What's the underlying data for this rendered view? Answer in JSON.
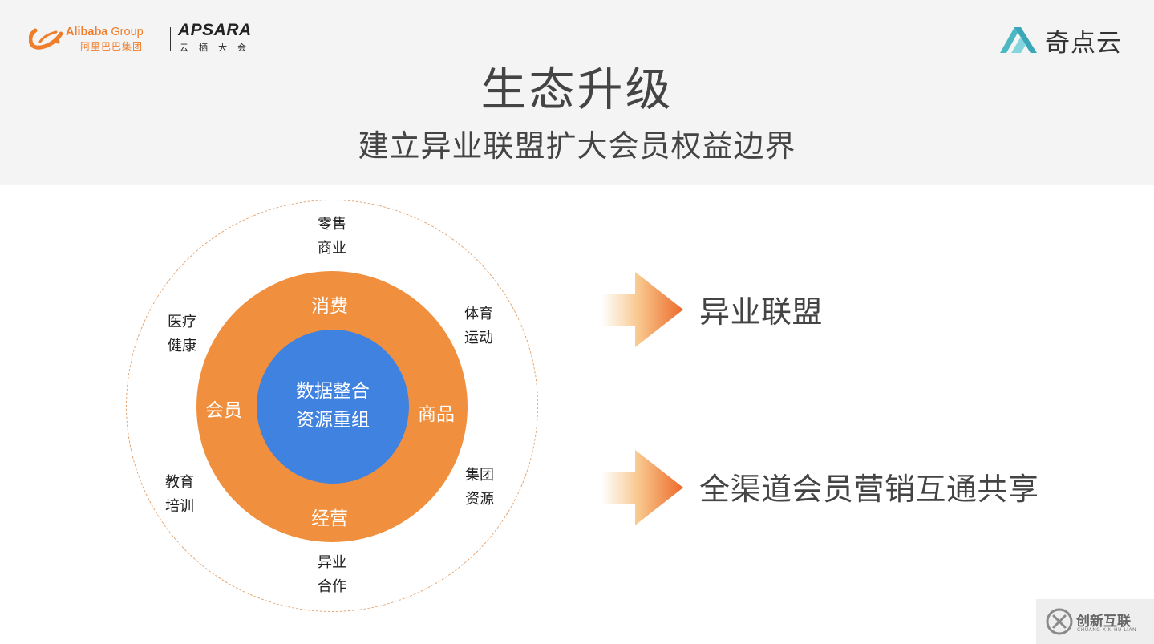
{
  "header": {
    "alibaba": {
      "name_en": "Alibaba",
      "group_en": " Group",
      "name_cn": "阿里巴巴集团"
    },
    "apsara": {
      "name_en": "APSARA",
      "name_cn": "云栖大会"
    },
    "partner": {
      "name": "奇点云"
    },
    "title": "生态升级",
    "subtitle": "建立异业联盟扩大会员权益边界"
  },
  "diagram": {
    "core": {
      "line1": "数据整合",
      "line2": "资源重组"
    },
    "ring": {
      "top": "消费",
      "left": "会员",
      "right": "商品",
      "bottom": "经营"
    },
    "sectors": [
      {
        "line1": "零售",
        "line2": "商业"
      },
      {
        "line1": "体育",
        "line2": "运动"
      },
      {
        "line1": "集团",
        "line2": "资源"
      },
      {
        "line1": "异业",
        "line2": "合作"
      },
      {
        "line1": "教育",
        "line2": "培训"
      },
      {
        "line1": "医疗",
        "line2": "健康"
      }
    ]
  },
  "bullets": [
    {
      "text": "异业联盟"
    },
    {
      "text": "全渠道会员营销互通共享"
    }
  ],
  "watermark": {
    "cn": "创新互联",
    "en": "CHUANG XIN HU LIAN"
  },
  "colors": {
    "orange": "#f0903f",
    "blue": "#3f82e0",
    "header_bg": "#f4f4f4",
    "alibaba_orange": "#ef7d2a",
    "teal": "#4cb8c4"
  }
}
